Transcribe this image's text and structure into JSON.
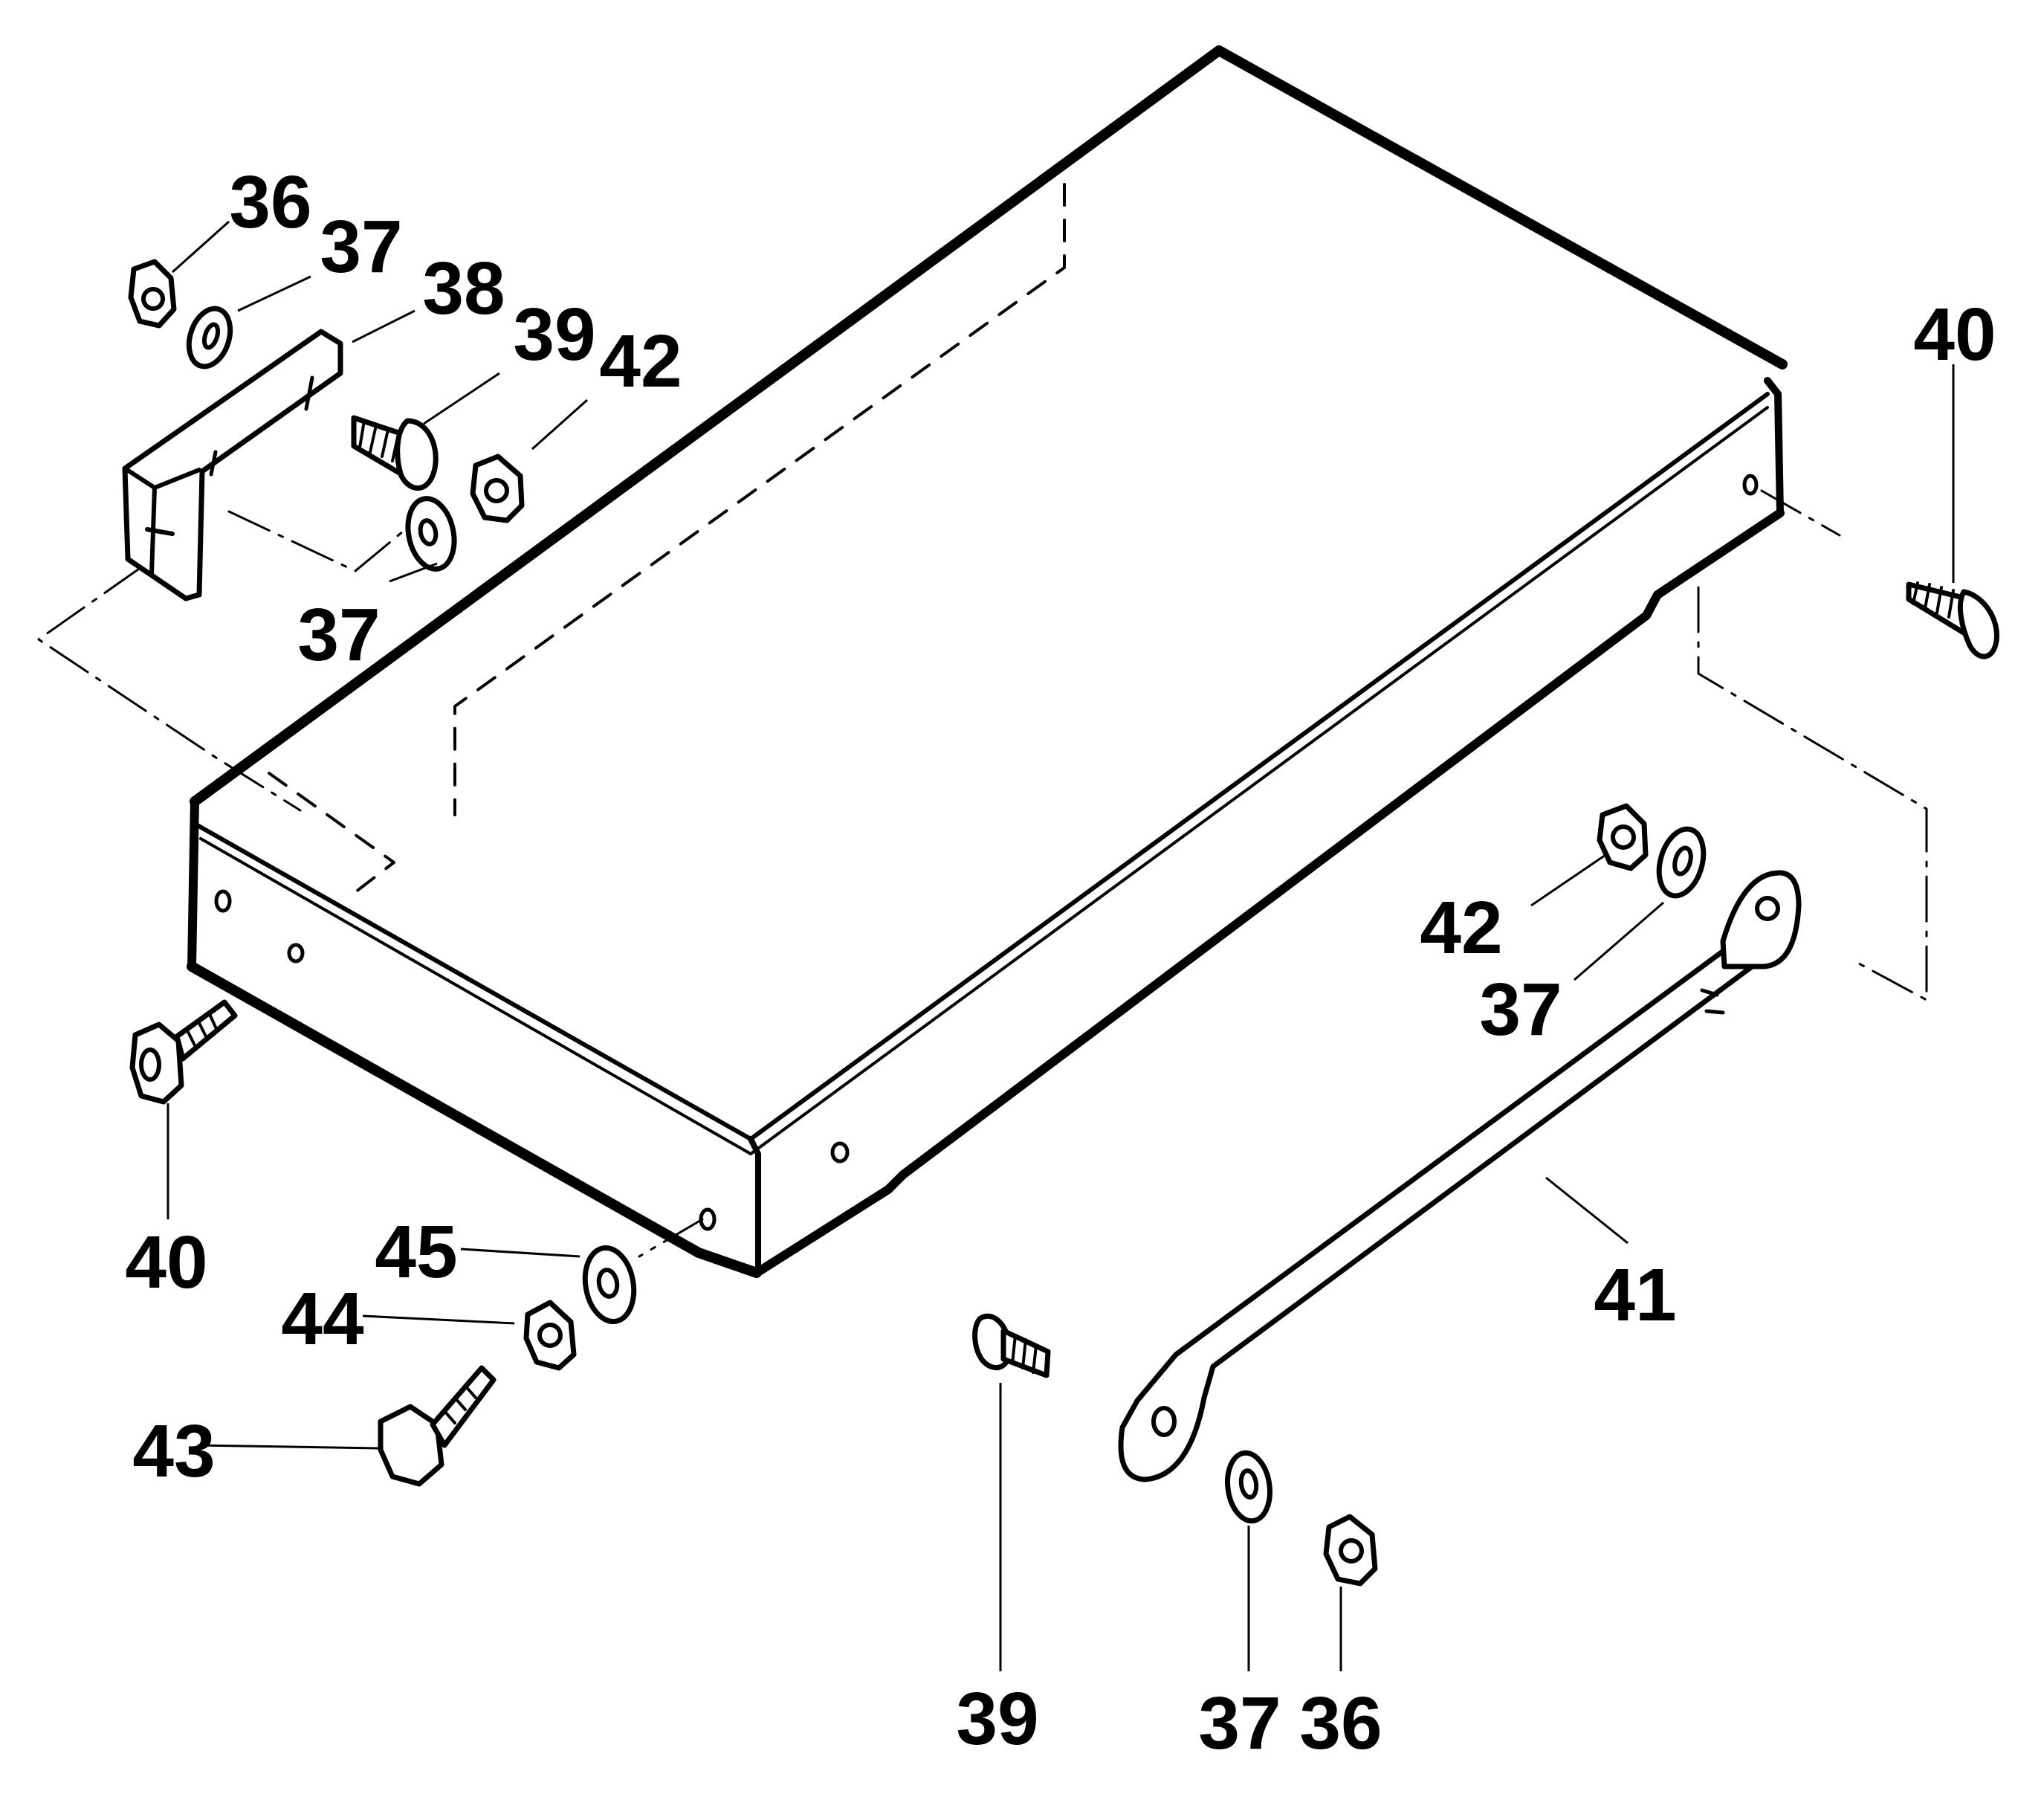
{
  "labels": {
    "l36_top": "36",
    "l37_top": "37",
    "l38": "38",
    "l39_top": "39",
    "l42_top": "42",
    "l37_mid": "37",
    "l40_right": "40",
    "l40_left": "40",
    "l45": "45",
    "l44": "44",
    "l43": "43",
    "l42_right": "42",
    "l37_right": "37",
    "l41": "41",
    "l39_bottom": "39",
    "l37_bottom": "37",
    "l36_bottom": "36"
  }
}
